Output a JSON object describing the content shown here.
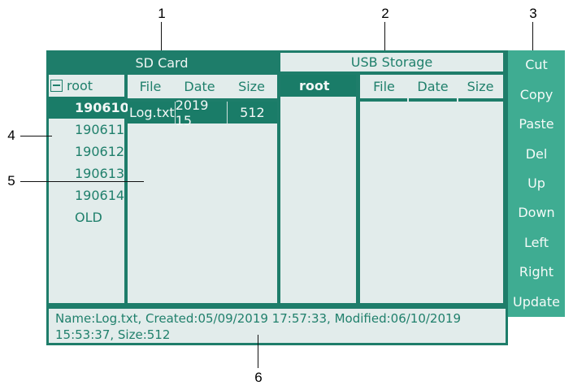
{
  "callouts": {
    "c1": "1",
    "c2": "2",
    "c3": "3",
    "c4": "4",
    "c5": "5",
    "c6": "6"
  },
  "colors": {
    "dark_teal": "#1e7d6a",
    "selected_teal": "#1a7c68",
    "button_teal": "#3fac92",
    "panel_light": "#e2eceb",
    "text_teal": "#20806c",
    "text_light": "#f2f7f6"
  },
  "sd_panel": {
    "title": "SD Card",
    "tree": {
      "root_label": "root",
      "collapse_icon": "minus-box-icon",
      "items": [
        {
          "label": "190610",
          "selected": true
        },
        {
          "label": "190611",
          "selected": false
        },
        {
          "label": "190612",
          "selected": false
        },
        {
          "label": "190613",
          "selected": false
        },
        {
          "label": "190614",
          "selected": false
        },
        {
          "label": "OLD",
          "selected": false
        }
      ]
    },
    "file_list": {
      "columns": [
        "File",
        "Date",
        "Size"
      ],
      "rows": [
        {
          "file": "Log.txt",
          "date": "2019 15",
          "size": "512",
          "selected": true
        }
      ]
    }
  },
  "usb_panel": {
    "title": "USB Storage",
    "tree": {
      "root_label": "root",
      "selected": true
    },
    "file_list": {
      "columns": [
        "File",
        "Date",
        "Size"
      ],
      "rows": []
    }
  },
  "buttons": [
    "Cut",
    "Copy",
    "Paste",
    "Del",
    "Up",
    "Down",
    "Left",
    "Right",
    "Update"
  ],
  "status_bar": {
    "text": "Name:Log.txt, Created:05/09/2019 17:57:33, Modified:06/10/2019 15:53:37, Size:512"
  }
}
